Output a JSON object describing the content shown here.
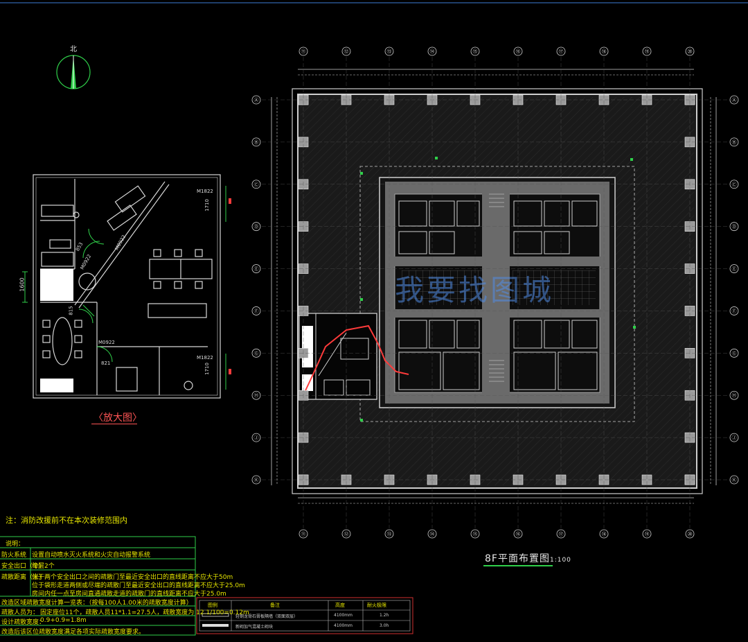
{
  "drawing": {
    "title": "8F平面布置图",
    "scale": "1:100",
    "north_label": "北",
    "watermark": "我要找图城"
  },
  "enlarged_view": {
    "title": "〈放大图〉",
    "dims": {
      "left_height": "1600",
      "door_top": "M1822",
      "door_bottom": "M1822",
      "side_top": "1710",
      "side_bottom": "1710",
      "door_w1": "M0922",
      "door_w2": "M0922",
      "door_w3": "M0922",
      "d1": "853",
      "d2": "815",
      "d3": "821"
    }
  },
  "note": "注：消防改援前不在本次装修范围内",
  "notes_table": {
    "header": "说明：",
    "rows": [
      {
        "label": "防火系统",
        "text": "设置自动喷水灭火系统和火灾自动报警系统"
      },
      {
        "label": "安全出口（个）",
        "text": "每层2个"
      },
      {
        "label": "疏散距离（米）",
        "text": "位于两个安全出口之间的疏散门至最近安全出口的直线距离不应大于50m"
      },
      {
        "label": "",
        "text": "位于袋形走道两侧或尽端的疏散门至最近安全出口的直线距离不应大于25.0m"
      },
      {
        "label": "",
        "text": "房间内任一点至房间直通疏散走道的疏散门的直线距离不应大于25.0m"
      },
      {
        "label": "",
        "text": "改造区域疏散宽度计算一览表：（按每100人1.00米的疏散宽度计算）"
      },
      {
        "label": "疏散人员为：",
        "text": "固定座位11个，疏散人员11*1.1=27.5人，疏散宽度为 12.1/100=0.12m"
      },
      {
        "label": "设计疏散宽度：",
        "text": "0.9+0.9=1.8m"
      },
      {
        "label": "",
        "text": "改造后该区位疏散宽度满足各项实际疏散宽度要求。"
      }
    ]
  },
  "legend_table": {
    "headers": [
      "图例",
      "备注",
      "高度",
      "耐火极限"
    ],
    "rows": [
      {
        "remark": "轻钢龙骨石膏板隔墙（双面双层）",
        "height": "4100mm",
        "rating": "1.2h"
      },
      {
        "remark": "新砌加气混凝土砌块",
        "height": "4100mm",
        "rating": "3.0h"
      }
    ]
  },
  "grid": {
    "columns": [
      "⑪",
      "⑫",
      "⑬",
      "⑭",
      "⑮",
      "⑯",
      "⑰",
      "⑱",
      "⑲",
      "⑳"
    ],
    "rows": [
      "Ⓐ",
      "Ⓑ",
      "Ⓒ",
      "Ⓓ",
      "Ⓔ",
      "Ⓕ",
      "Ⓖ",
      "Ⓗ",
      "Ⓙ",
      "Ⓚ"
    ]
  },
  "colors": {
    "line": "#d0d0d0",
    "accent_green": "#2fd04a",
    "red": "#ff3b3b",
    "yellow": "#e6e600",
    "cyan": "#4fd0e0"
  }
}
